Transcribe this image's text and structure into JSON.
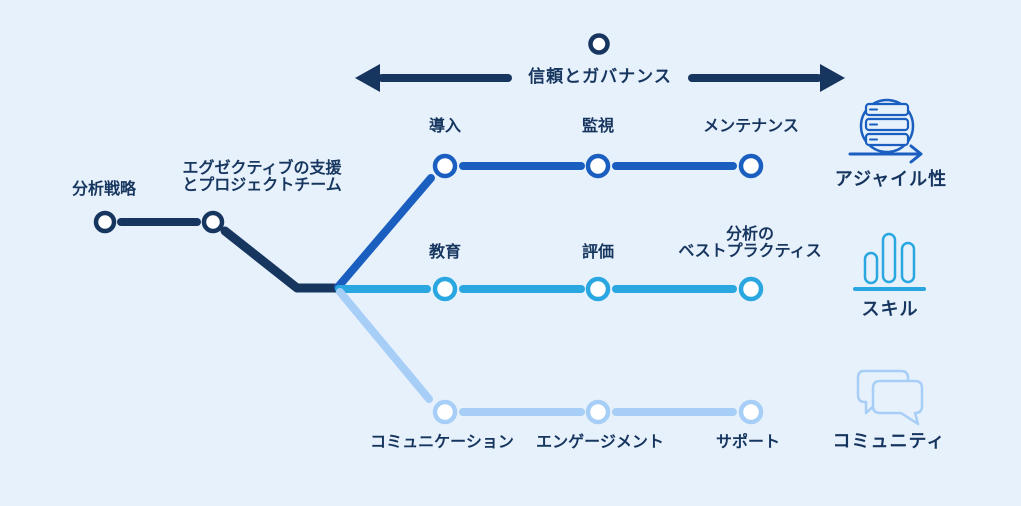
{
  "colors": {
    "background": "#e7f1fb",
    "navy": "#17365f",
    "blue": "#1a5fc0",
    "cyan": "#2aa7e0",
    "light_blue": "#a7cef6",
    "station_fill": "#ffffff"
  },
  "governance": {
    "label": "信頼とガバナンス"
  },
  "trunk": {
    "color": "#17365f",
    "stations": [
      {
        "label": "分析戦略"
      },
      {
        "label": "エグゼクティブの支援\nとプロジェクトチーム"
      }
    ]
  },
  "lines": [
    {
      "id": "agility",
      "color": "#1a5fc0",
      "stations": [
        {
          "label": "導入"
        },
        {
          "label": "監視"
        },
        {
          "label": "メンテナンス"
        }
      ],
      "terminus": {
        "label": "アジャイル性",
        "icon": "agile-sprint-icon"
      }
    },
    {
      "id": "skills",
      "color": "#2aa7e0",
      "stations": [
        {
          "label": "教育"
        },
        {
          "label": "評価"
        },
        {
          "label": "分析の\nベストプラクティス"
        }
      ],
      "terminus": {
        "label": "スキル",
        "icon": "bar-chart-icon"
      }
    },
    {
      "id": "community",
      "color": "#a7cef6",
      "stations": [
        {
          "label": "コミュニケーション"
        },
        {
          "label": "エンゲージメント"
        },
        {
          "label": "サポート"
        }
      ],
      "terminus": {
        "label": "コミュニティ",
        "icon": "chat-bubbles-icon"
      }
    }
  ]
}
